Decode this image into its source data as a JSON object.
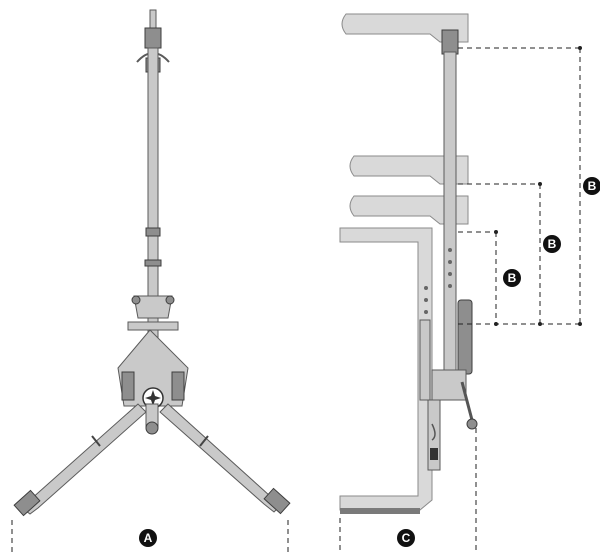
{
  "labels": {
    "view_a": "A",
    "view_c": "C",
    "height_b_large": "B",
    "height_b_medium": "B",
    "height_b_small": "B"
  },
  "colors": {
    "metal": "#c9c9c9",
    "outline": "#5a5a5a",
    "shelf": "#d9d9d9",
    "badge": "#111111",
    "badge_text": "#ffffff"
  }
}
